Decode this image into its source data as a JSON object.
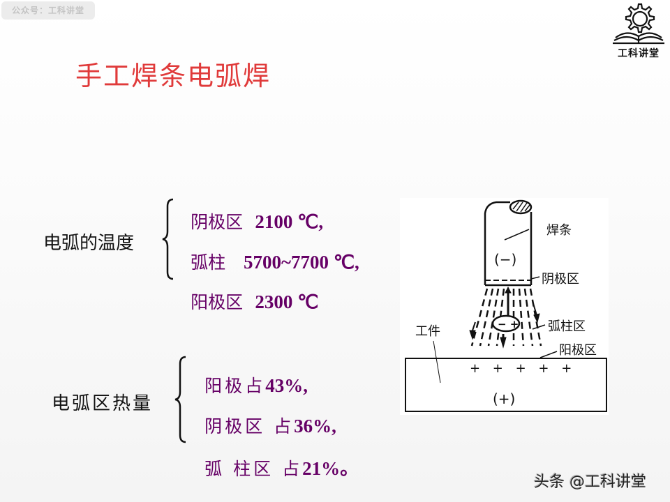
{
  "watermark_top": "公众号：工科讲堂",
  "logo": {
    "icon": "gear-book-icon",
    "text": "工科讲堂"
  },
  "title": "手工焊条电弧焊",
  "temperature": {
    "label": "电弧的温度",
    "items": [
      {
        "region": "阴极区",
        "value": "2100 ℃,"
      },
      {
        "region": "弧柱",
        "value": "5700~7700 ℃,"
      },
      {
        "region": "阳极区",
        "value": "2300 ℃"
      }
    ]
  },
  "heat": {
    "label": "电弧区热量",
    "items": [
      {
        "region": "阳极占",
        "value": "43%,"
      },
      {
        "region": "阴极区 占",
        "value": "36%,"
      },
      {
        "region": "弧 柱区 占",
        "value": "21%。"
      }
    ]
  },
  "diagram": {
    "labels": {
      "electrode": "焊条",
      "cathode_zone": "阴极区",
      "arc_column": "弧柱区",
      "anode_zone": "阳极区",
      "workpiece": "工件"
    },
    "electrode_polarity": "(−)",
    "workpiece_polarity": "(+)",
    "plus_row": "+ + + + +",
    "ion_pair": "− +"
  },
  "watermark_bottom": "头条 @工科讲堂",
  "colors": {
    "title": "#e03a3a",
    "items": "#660066",
    "text": "#111111"
  }
}
